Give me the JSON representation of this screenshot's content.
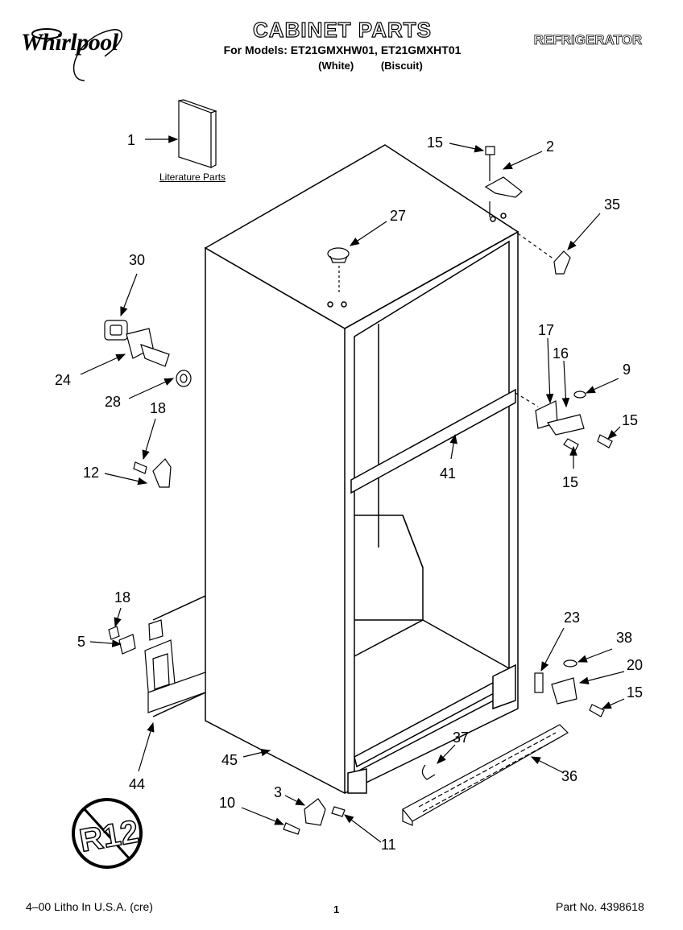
{
  "header": {
    "brand": "Whirlpool",
    "title": "CABINET PARTS",
    "models_line": "For Models: ET21GMXHW01, ET21GMXHT01",
    "variants_line": "(White) (Biscuit)",
    "category": "REFRIGERATOR"
  },
  "labels": {
    "literature_parts": "Literature Parts",
    "refrigerant_badge": "R12"
  },
  "callouts": [
    "1",
    "15",
    "2",
    "35",
    "27",
    "30",
    "24",
    "28",
    "18",
    "12",
    "17",
    "16",
    "9",
    "15",
    "15",
    "41",
    "18",
    "5",
    "23",
    "38",
    "20",
    "15",
    "37",
    "36",
    "45",
    "44",
    "3",
    "10",
    "11"
  ],
  "footer": {
    "left": "4–00 Litho In U.S.A. (cre)",
    "page": "1",
    "right": "Part No. 4398618"
  }
}
